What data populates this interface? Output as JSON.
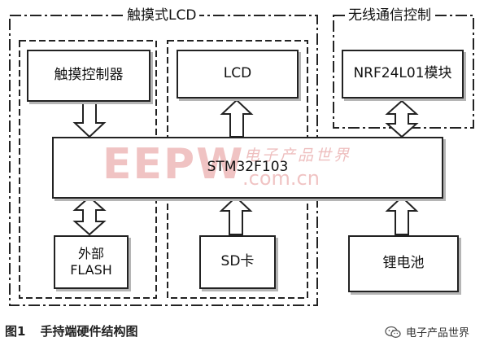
{
  "groups": {
    "touch_lcd": "触摸式LCD",
    "wireless": "无线通信控制"
  },
  "blocks": {
    "touch_controller": "触摸控制器",
    "lcd": "LCD",
    "nrf": "NRF24L01模块",
    "mcu": "STM32F103",
    "flash_line1": "外部",
    "flash_line2": "FLASH",
    "sd": "SD卡",
    "battery": "锂电池"
  },
  "watermark": {
    "logo": "EEPW",
    "cn": "电子产品世界",
    "url": ".com.cn"
  },
  "caption": {
    "figure": "图1",
    "title": "手持端硬件结构图"
  },
  "source": {
    "account": "电子产品世界"
  },
  "colors": {
    "watermark": "#c82828"
  },
  "icons": {
    "wechat": "wechat-icon"
  }
}
